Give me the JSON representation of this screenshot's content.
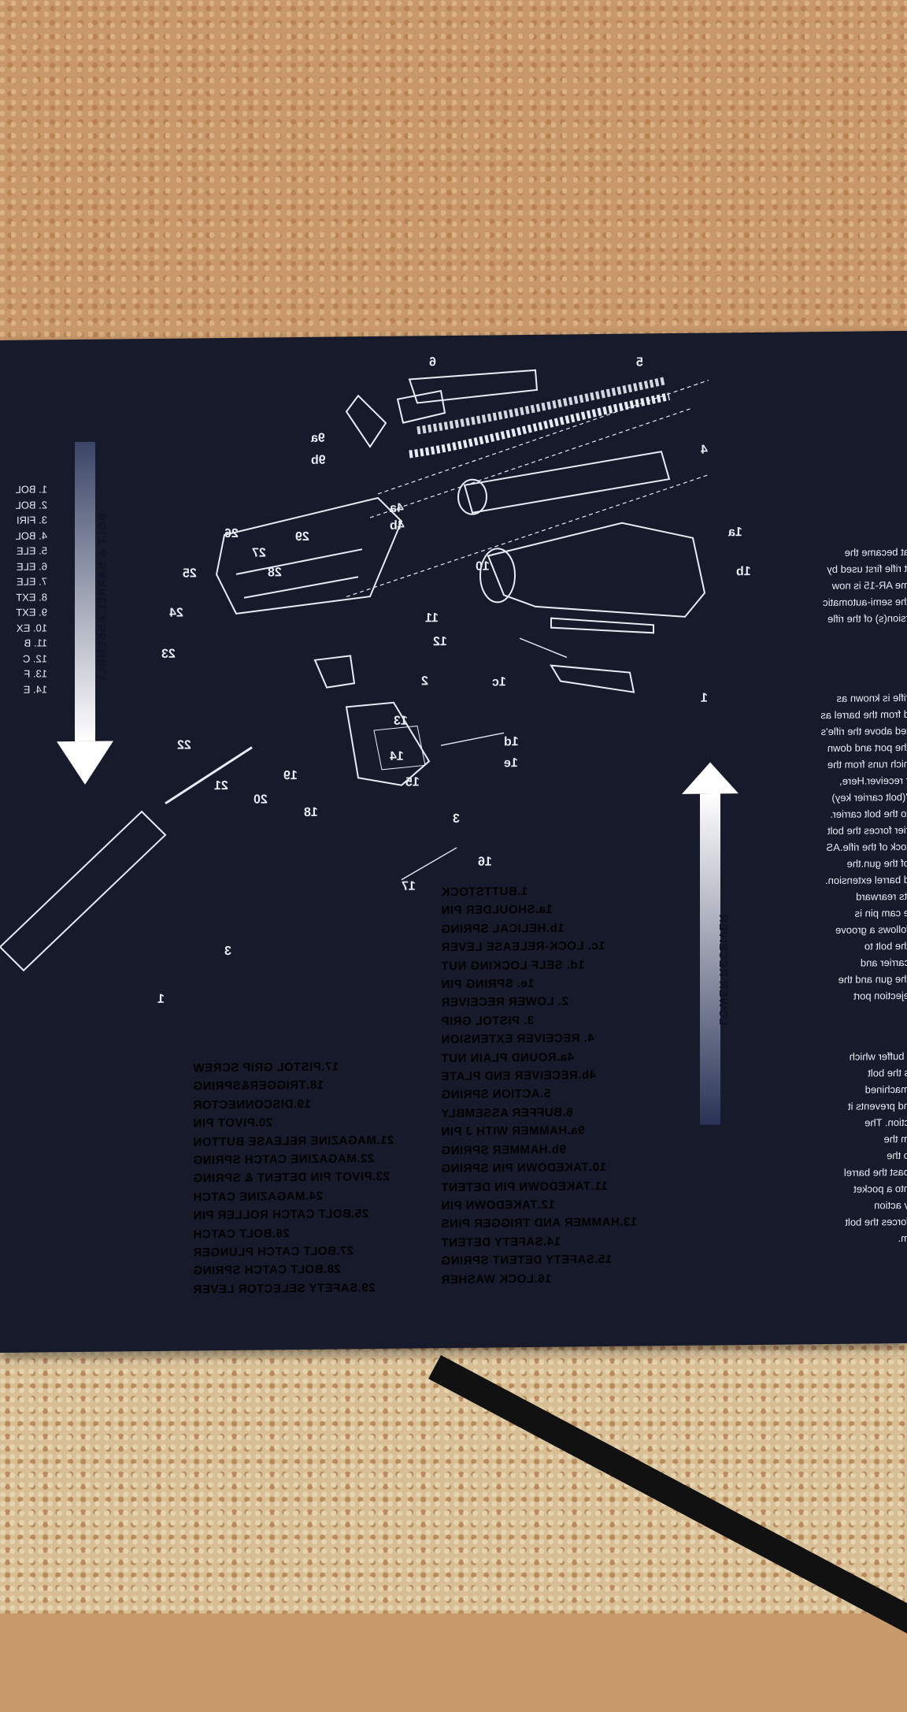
{
  "mat": {
    "center_list_right": [
      "1.BUTTSTOCK",
      "1a.SHOULDER PIN",
      "1b.HELICAL SPRING",
      "1c. LOCK-RELEASE LEVER",
      "1d. SELF LOCKING NUT",
      "1e. SPRING PIN",
      "2. LOWER RECEIVER",
      "3. PISTOL GRIP",
      "4. RECEIVER EXTENSION",
      "4a.ROUND PLAIN NUT",
      "4b.RECEIVER END PLATE",
      "5.ACTION SPRING",
      "6.BUFFER ASSEMBLY",
      "9a.HAMMER WITH J PIN",
      "9b.HAMMER SPRING",
      "10.TAKEDOWN PIN SPRING",
      "11.TAKEDOWN PIN  DETENT",
      "12.TAKEDOWN PIN",
      "13.HAMMER AND TRIGGER PINS",
      "14.SAFETY DETENT",
      "15.SAFETY  DETENT  SPRING",
      "16.LOCK WASHER"
    ],
    "center_list_left": [
      "17.PISTOL GRIP SCREW",
      "18.TRIGGER&SPRING",
      "19.DISCONNECTOR",
      "20.PIVOT PIN",
      "21.MAGAZINE RELEASE BUTTON",
      "22.MAGAZINE CATCH SPRING",
      "23.PIVOT PIN DETENT & SPRING",
      "24.MAGAZINE CATCH",
      "25.BOLT CATCH ROLLER PIN",
      "26.BOLT CATCH",
      "27.BOLT CATCH PLUNGER",
      "28.BOLT CATCH SPRING",
      "29.SAFETY SELECTOR LEVER"
    ],
    "left_edge_list": [
      "1. BOL",
      "2. BOL",
      "3. FIRI",
      "4. BOL",
      "5. ELE",
      "6. ELE",
      "7. ELE",
      "8. EXT",
      "9. EXT",
      "10. EX",
      "11. B",
      "12. C",
      "13. F",
      "14. E"
    ],
    "right_edge_text_a": [
      "at became the",
      "lt rifle first used by",
      "me AR-15 is now",
      "the semi-automatic",
      "rsion(s) of the rifle"
    ],
    "right_edge_text_b": [
      "rifle is known as",
      "d from the barrel as",
      "ted above the rifle's",
      "the port and down",
      "hich runs from the",
      "r receiver.Here,",
      "\"(bolt carrier key)",
      "to the bolt carrier.",
      "rier forces the bolt",
      "tock of the rifle.AS",
      "of the gun.the",
      "d barrel extension.",
      "its rearward",
      "e cam pin is",
      "follows a groove",
      "the bolt to",
      "carrier and",
      "the gun and the",
      "ejection port"
    ],
    "right_edge_text_c": [
      "l buffer which",
      "s the bolt",
      "machined",
      "nd prevents it",
      "ction. The",
      "m the",
      "o the",
      "past the barrel",
      "nto a pocket",
      "y action",
      "forces the bolt",
      "m."
    ],
    "side_label_left": "BOLT & BARREL ASSEMBLY",
    "side_label_right": "LOWER RECEIVER",
    "part_numbers": [
      "6",
      "5",
      "9a",
      "9b",
      "4",
      "4a",
      "4b",
      "1a",
      "1b",
      "26",
      "29",
      "27",
      "28",
      "25",
      "24",
      "10",
      "11",
      "12",
      "23",
      "2",
      "1c",
      "1",
      "13",
      "1d",
      "14",
      "22",
      "15",
      "21",
      "19",
      "20",
      "18",
      "1e",
      "3",
      "16",
      "17",
      "3",
      "1"
    ]
  },
  "colors": {
    "mat": "#161a2b",
    "print": "#e8ecf4"
  }
}
